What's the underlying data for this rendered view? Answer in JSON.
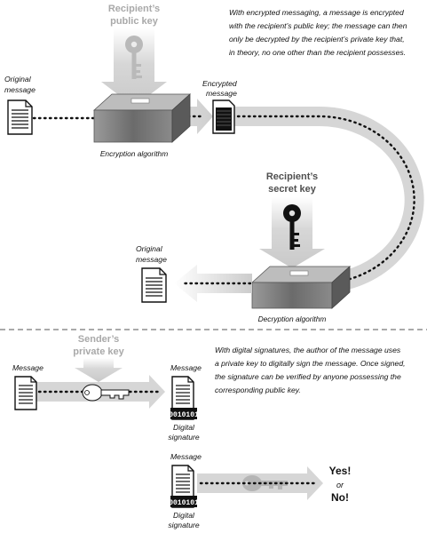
{
  "encryption": {
    "description_lines": [
      "With encrypted messaging, a message is encrypted",
      "with the recipient’s public key; the message can then",
      "only be decrypted by the recipient’s private key that,",
      "in theory, no one other than the recipient possesses."
    ],
    "public_key_lines": [
      "Recipient’s",
      "public key"
    ],
    "original_message_lines": [
      "Original",
      "message"
    ],
    "encrypted_message_lines": [
      "Encrypted",
      "message"
    ],
    "encryption_algorithm": "Encryption algorithm",
    "secret_key_lines": [
      "Recipient’s",
      "secret key"
    ],
    "decrypted_message_lines": [
      "Original",
      "message"
    ],
    "decryption_algorithm": "Decryption algorithm"
  },
  "signatures": {
    "description_lines": [
      "With digital signatures, the author of the message uses",
      "a private key to digitally sign the message. Once signed,",
      "the signature can be verified by anyone possessing the",
      "corresponding public key."
    ],
    "private_key_lines": [
      "Sender’s",
      "private key"
    ],
    "message_label": "Message",
    "signed_message_label": "Message",
    "signature_bits": "0010101",
    "digital_signature_lines": [
      "Digital",
      "signature"
    ],
    "verify_message_label": "Message",
    "verify_signature_bits": "0010101",
    "verify_signature_lines": [
      "Digital",
      "signature"
    ],
    "result_yes": "Yes!",
    "result_or": "or",
    "result_no": "No!"
  },
  "colors": {
    "band": "#d4d4d4",
    "box_dark": "#777777",
    "key_gray": "#b9b9b9",
    "key_black": "#111111"
  }
}
